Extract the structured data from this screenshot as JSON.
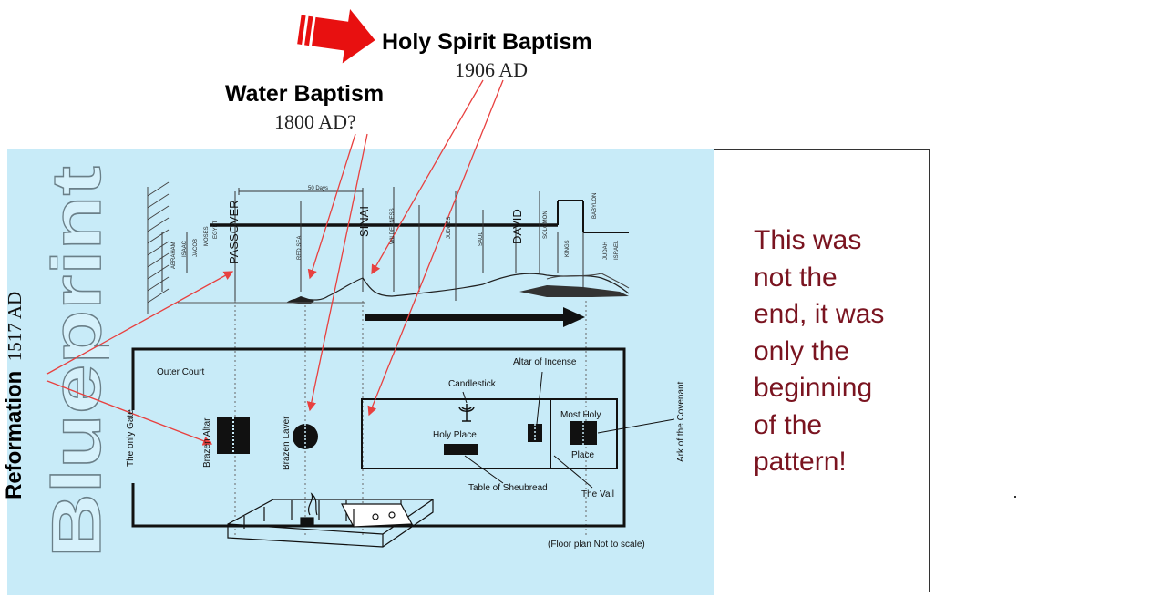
{
  "headings": {
    "holy_spirit": {
      "title": "Holy Spirit Baptism",
      "date": "1906 AD"
    },
    "water": {
      "title": "Water Baptism",
      "date": "1800 AD?"
    },
    "reformation": {
      "title": "Reformation",
      "date": "1517 AD"
    }
  },
  "blueprint_word": "Blueprint",
  "timeline": {
    "span_label": "50 Days",
    "passover": "PASSOVER",
    "red_sea": "RED SEA",
    "sinai": "SINAI",
    "wilderness": "WILDERNESS",
    "david": "DAVID",
    "solomon": "SOLOMON",
    "egypt": "EGYPT",
    "abraham": "ABRAHAM",
    "isaac": "ISAAC",
    "jacob": "JACOB",
    "moses": "MOSES",
    "judges": "JUDGES",
    "saul": "SAUL",
    "kings": "KINGS",
    "babylon": "BABYLON",
    "judah": "JUDAH",
    "israel": "ISRAEL"
  },
  "tabernacle": {
    "outer_court": "Outer Court",
    "only_gate": "The only Gate",
    "brazen_altar": "Brazen Altar",
    "brazen_laver": "Brazen Laver",
    "candlestick": "Candlestick",
    "altar_incense": "Altar of Incense",
    "holy_place": "Holy Place",
    "most_holy_1": "Most Holy",
    "most_holy_2": "Place",
    "ark": "Ark of the Covenant",
    "showbread": "Table of Sheubread",
    "vail": "The Vail",
    "floor_note": "(Floor plan Not to scale)"
  },
  "note": {
    "lines": [
      "This was",
      "not the",
      "end, it was",
      "only the",
      "beginning",
      "of the",
      "pattern!"
    ]
  },
  "colors": {
    "panel_bg": "#c8ebf8",
    "arrow_red": "#e8403f",
    "note_text": "#7a1420",
    "big_arrow": "#e81010"
  }
}
